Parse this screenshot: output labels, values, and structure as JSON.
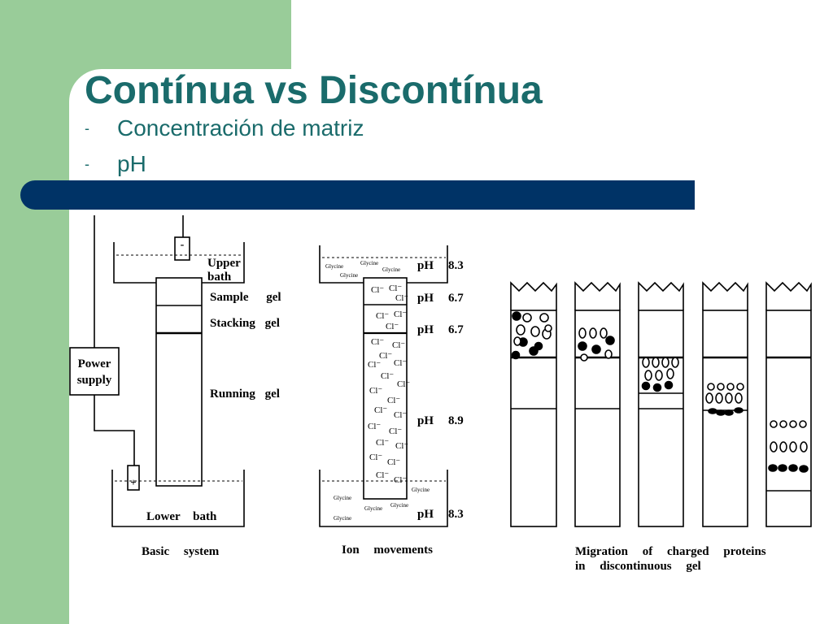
{
  "slide": {
    "title": "Contínua vs Discontínua",
    "bullets": [
      {
        "marker": "-",
        "text": "Concentración de matriz"
      },
      {
        "marker": "-",
        "text": "pH"
      }
    ],
    "colors": {
      "accent_green": "#99cc99",
      "bar_navy": "#003366",
      "title_teal": "#1a6b6b"
    }
  },
  "diagram": {
    "basic": {
      "caption": "Basic system",
      "power_supply": [
        "Power",
        "supply"
      ],
      "upper_bath": [
        "Upper",
        "bath"
      ],
      "sample_gel": "Sample gel",
      "stacking_gel": "Stacking gel",
      "running_gel": "Running gel",
      "lower_bath": "Lower bath",
      "minus": "-",
      "plus": "+"
    },
    "ions": {
      "caption": "Ion movements",
      "ph_labels": [
        "pH",
        "pH",
        "pH",
        "pH",
        "pH"
      ],
      "ph_values": [
        "8.3",
        "6.7",
        "6.7",
        "8.9",
        "8.3"
      ],
      "glycine": "Glycine",
      "chloride": "Cl⁻"
    },
    "migration": {
      "caption": [
        "Migration of charged proteins",
        "in discontinuous gel"
      ]
    }
  }
}
